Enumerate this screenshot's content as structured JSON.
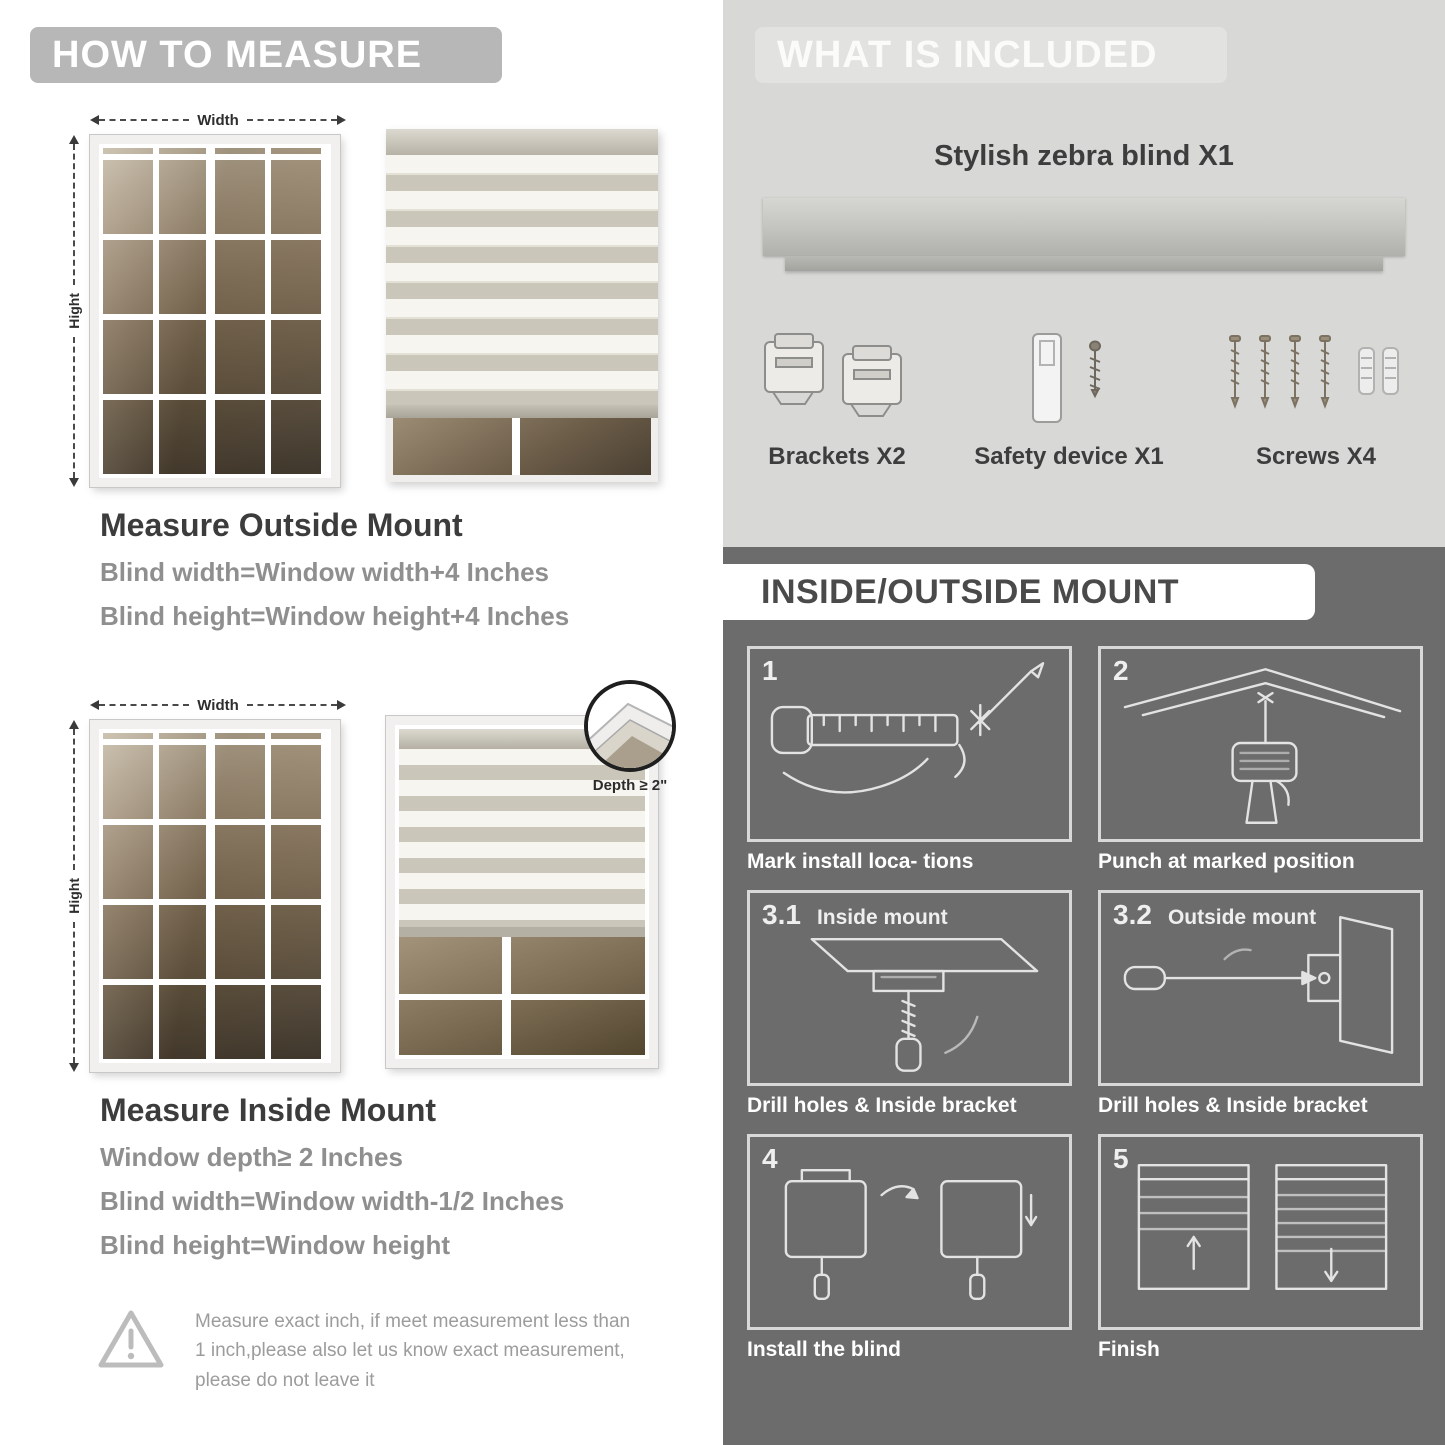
{
  "left": {
    "banner": "HOW TO MEASURE",
    "outside": {
      "width_label": "Width",
      "height_label": "Hight",
      "heading": "Measure Outside Mount",
      "lines": [
        "Blind width=Window width+4 Inches",
        "Blind height=Window height+4 Inches"
      ]
    },
    "inside": {
      "width_label": "Width",
      "height_label": "Hight",
      "depth_callout": "Depth ≥ 2\"",
      "heading": "Measure Inside Mount",
      "lines": [
        "Window depth≥ 2 Inches",
        "Blind width=Window width-1/2 Inches",
        "Blind height=Window height"
      ]
    },
    "warning": "Measure exact inch, if meet measurement less than 1 inch,please also let us know exact measurement, please do not leave it"
  },
  "included": {
    "banner": "WHAT IS INCLUDED",
    "blind_label": "Stylish zebra blind X1",
    "parts": [
      {
        "label": "Brackets X2"
      },
      {
        "label": "Safety device X1"
      },
      {
        "label": "Screws X4"
      }
    ]
  },
  "mount": {
    "banner": "INSIDE/OUTSIDE MOUNT",
    "steps": [
      {
        "num": "1",
        "title": "",
        "caption": "Mark install loca- tions"
      },
      {
        "num": "2",
        "title": "",
        "caption": "Punch at  marked position"
      },
      {
        "num": "3.1",
        "title": "Inside mount",
        "caption": "Drill holes &  Inside bracket"
      },
      {
        "num": "3.2",
        "title": "Outside mount",
        "caption": "Drill holes &  Inside bracket"
      },
      {
        "num": "4",
        "title": "",
        "caption": "Install the blind"
      },
      {
        "num": "5",
        "title": "",
        "caption": "Finish"
      }
    ]
  }
}
